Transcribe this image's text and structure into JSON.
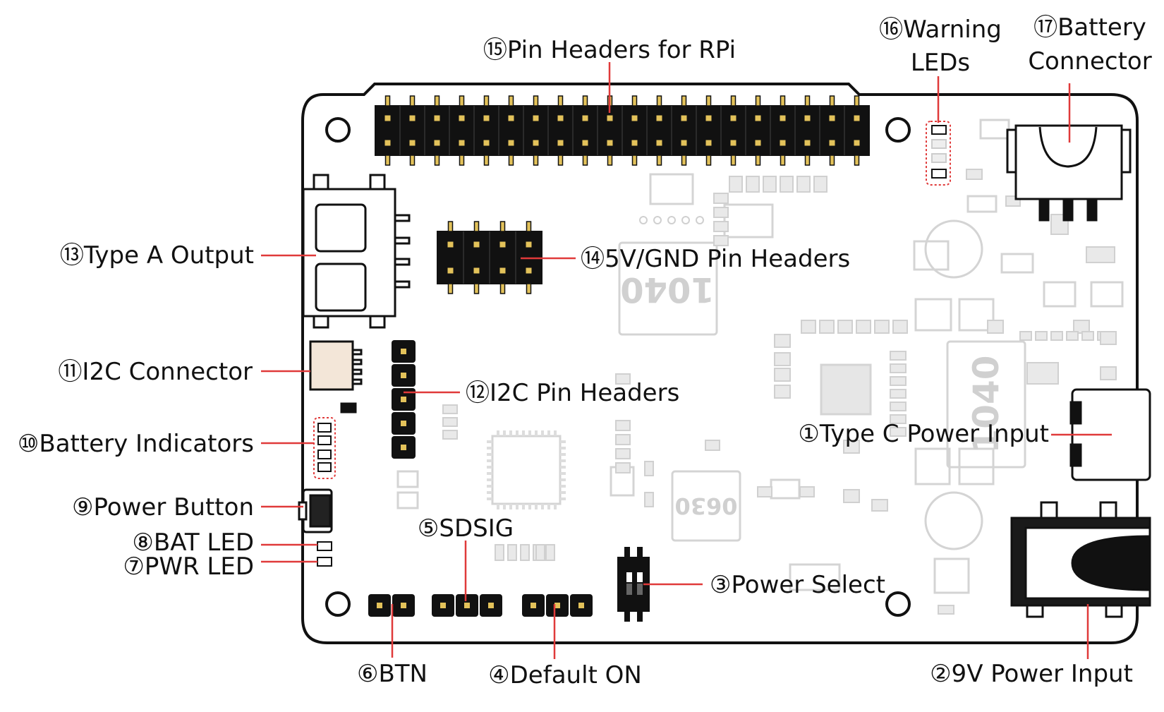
{
  "colors": {
    "board_outline": "#111111",
    "leader_line": "#e03a3a",
    "ghost_component": "#d9d9d9",
    "pin_header_body": "#111111",
    "pin_gold": "#e3c25a",
    "label_text": "#111111"
  },
  "labels": {
    "pin_headers_rpi": "⑮Pin Headers for RPi",
    "warning_leds_line1": "⑯Warning",
    "warning_leds_line2": "LEDs",
    "battery_connector_line1": "⑰Battery",
    "battery_connector_line2": "Connector",
    "type_a_output": "⑬Type A Output",
    "gnd_5v_pin_headers": "⑭5V/GND Pin Headers",
    "i2c_connector": "⑪I2C Connector",
    "i2c_pin_headers": "⑫I2C Pin Headers",
    "type_c_power_input": "①Type C Power Input",
    "battery_indicators": "⑩Battery Indicators",
    "power_button": "⑨Power Button",
    "sdsig": "⑤SDSIG",
    "bat_led": "⑧BAT LED",
    "pwr_led": "⑦PWR LED",
    "power_select": "③Power Select",
    "btn": "⑥BTN",
    "default_on": "④Default ON",
    "nine_v_power_input": "②9V Power Input"
  },
  "silkscreen": {
    "inductor_main": "1040",
    "inductor_right": "1040",
    "inductor_small": "0630"
  }
}
